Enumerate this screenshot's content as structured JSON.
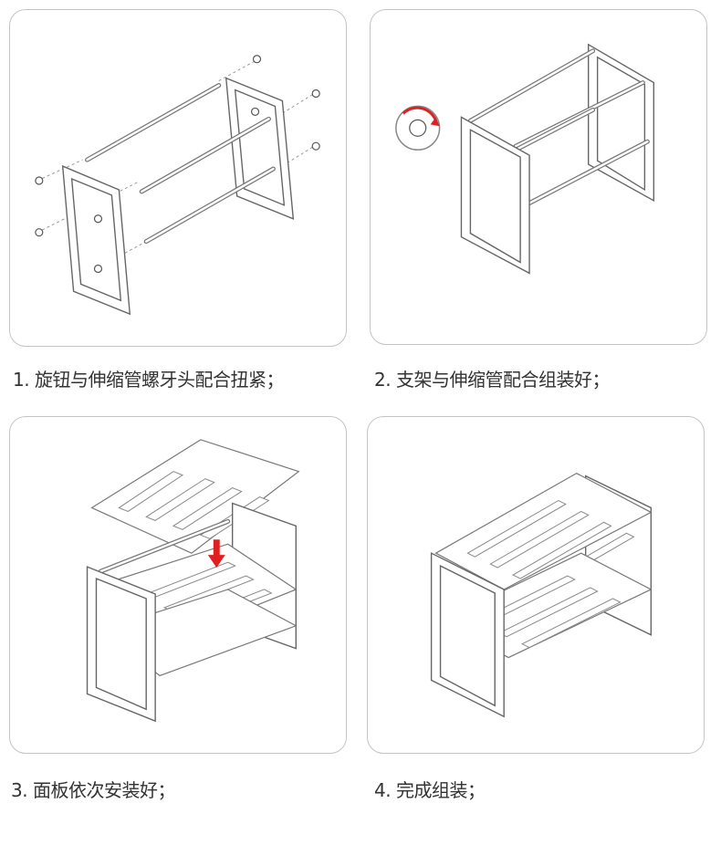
{
  "steps": [
    {
      "number": "1",
      "caption": "1. 旋钮与伸缩管螺牙头配合扭紧；"
    },
    {
      "number": "2",
      "caption": "2. 支架与伸缩管配合组装好；"
    },
    {
      "number": "3",
      "caption": "3. 面板依次安装好；"
    },
    {
      "number": "4",
      "caption": "4. 完成组装；"
    }
  ],
  "colors": {
    "accent_arrow": "#e02020",
    "border": "#c4c4c4",
    "text": "#333333"
  }
}
